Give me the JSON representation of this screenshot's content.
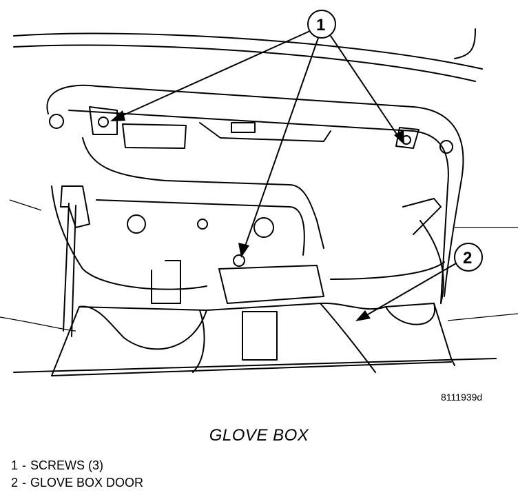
{
  "figure": {
    "id_text": "8111939d",
    "caption": "GLOVE BOX"
  },
  "callouts": [
    {
      "number": "1"
    },
    {
      "number": "2"
    }
  ],
  "legend": [
    {
      "number": "1",
      "separator": "-",
      "label": "SCREWS (3)"
    },
    {
      "number": "2",
      "separator": "-",
      "label": "GLOVE BOX DOOR"
    }
  ],
  "colors": {
    "ink": "#000000",
    "paper": "#ffffff"
  }
}
